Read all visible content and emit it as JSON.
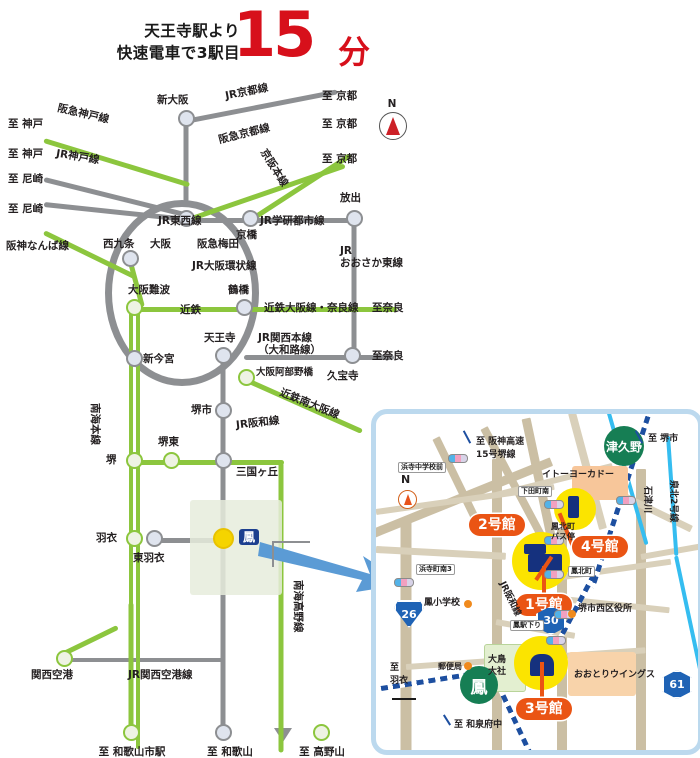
{
  "header": {
    "line1": "天王寺駅より",
    "line2": "快速電車で3駅目",
    "number": "15",
    "unit": "分"
  },
  "compass": {
    "label": "N",
    "icon": "compass-north-icon"
  },
  "main_map": {
    "name": "kansai-rail-network-map",
    "destinations": [
      {
        "id": "kyoto-1",
        "label": "至 京都"
      },
      {
        "id": "kyoto-2",
        "label": "至 京都"
      },
      {
        "id": "kyoto-3",
        "label": "至 京都"
      },
      {
        "id": "kobe-1",
        "label": "至 神戸"
      },
      {
        "id": "kobe-2",
        "label": "至 神戸"
      },
      {
        "id": "amagasaki-1",
        "label": "至 尼崎"
      },
      {
        "id": "amagasaki-2",
        "label": "至 尼崎"
      },
      {
        "id": "nara-1",
        "label": "至奈良"
      },
      {
        "id": "nara-2",
        "label": "至奈良"
      },
      {
        "id": "wakayamashi",
        "label": "至 和歌山市駅"
      },
      {
        "id": "wakayama",
        "label": "至 和歌山"
      },
      {
        "id": "koyasan",
        "label": "至 高野山"
      }
    ],
    "stations": [
      {
        "id": "shin-osaka",
        "label": "新大阪",
        "type": "gray"
      },
      {
        "id": "osaka",
        "label": "大阪",
        "type": "gray"
      },
      {
        "id": "hankyu-umeda",
        "label": "阪急梅田",
        "type": "none"
      },
      {
        "id": "kyobashi",
        "label": "京橋",
        "type": "gray"
      },
      {
        "id": "hanaten",
        "label": "放出",
        "type": "gray"
      },
      {
        "id": "nishikujo",
        "label": "西九条",
        "type": "gray"
      },
      {
        "id": "osaka-namba",
        "label": "大阪難波",
        "type": "green"
      },
      {
        "id": "tsuruhashi",
        "label": "鶴橋",
        "type": "gray"
      },
      {
        "id": "shin-imamiya",
        "label": "新今宮",
        "type": "gray"
      },
      {
        "id": "tennoji",
        "label": "天王寺",
        "type": "gray"
      },
      {
        "id": "osaka-abenobashi",
        "label": "大阪阿部野橋",
        "type": "green"
      },
      {
        "id": "kyuhoji",
        "label": "久宝寺",
        "type": "gray"
      },
      {
        "id": "sakaishi",
        "label": "堺市",
        "type": "gray"
      },
      {
        "id": "sakaihigashi",
        "label": "堺東",
        "type": "green"
      },
      {
        "id": "sakai",
        "label": "堺",
        "type": "green"
      },
      {
        "id": "mikunigaoka",
        "label": "三国ヶ丘",
        "type": "gray"
      },
      {
        "id": "hagoromo",
        "label": "羽衣",
        "type": "green"
      },
      {
        "id": "higashi-hagoromo",
        "label": "東羽衣",
        "type": "gray"
      },
      {
        "id": "otori",
        "label": "鳳",
        "type": "yellow"
      },
      {
        "id": "kansai-airport",
        "label": "関西空港",
        "type": "green"
      }
    ],
    "lines": [
      {
        "id": "jr-kyoto",
        "label": "JR京都線"
      },
      {
        "id": "hankyu-kyoto",
        "label": "阪急京都線"
      },
      {
        "id": "hankyu-kobe",
        "label": "阪急神戸線"
      },
      {
        "id": "jr-kobe",
        "label": "JR神戸線"
      },
      {
        "id": "hanshin-namba",
        "label": "阪神なんば線"
      },
      {
        "id": "keihan-honsen",
        "label": "京阪本線"
      },
      {
        "id": "jr-tozai",
        "label": "JR東西線"
      },
      {
        "id": "jr-gakkentoshi",
        "label": "JR学研都市線"
      },
      {
        "id": "jr-osaka-higashi",
        "label": "JR\nおおさか東線"
      },
      {
        "id": "jr-osaka-loop",
        "label": "JR大阪環状線"
      },
      {
        "id": "kintetsu",
        "label": "近鉄"
      },
      {
        "id": "kintetsu-osaka-nara",
        "label": "近鉄大阪線・奈良線"
      },
      {
        "id": "jr-kansai-honsen",
        "label": "JR関西本線\n（大和路線）"
      },
      {
        "id": "kintetsu-minami-osaka",
        "label": "近鉄南大阪線"
      },
      {
        "id": "nankai-honsen",
        "label": "南海本線"
      },
      {
        "id": "jr-hanwa",
        "label": "JR阪和線"
      },
      {
        "id": "nankai-koya",
        "label": "南海高野線"
      },
      {
        "id": "jr-kansai-airport",
        "label": "JR関西空港線"
      }
    ]
  },
  "inset_map": {
    "name": "otori-area-detail-map",
    "compass_label": "N",
    "buildings": [
      {
        "id": "kan2",
        "label": "2号館"
      },
      {
        "id": "kan1",
        "label": "1号館"
      },
      {
        "id": "kan4",
        "label": "4号館"
      },
      {
        "id": "kan3",
        "label": "3号館"
      }
    ],
    "stations": [
      {
        "id": "tsukuno",
        "label": "津久野"
      },
      {
        "id": "otori",
        "label": "鳳"
      }
    ],
    "places": [
      {
        "id": "ito-yokado",
        "label": "イトーヨーカドー"
      },
      {
        "id": "otori-taisha",
        "label": "大鳥\n大社"
      },
      {
        "id": "post-office",
        "label": "郵便局"
      },
      {
        "id": "otori-elementary",
        "label": "鳳小学校"
      },
      {
        "id": "sakai-nishi-ward",
        "label": "堺市西区役所"
      },
      {
        "id": "otori-wings",
        "label": "おおとりウイングス"
      }
    ],
    "signals": [
      {
        "id": "hamadera-chugakko-mae",
        "label": "浜寺中学校前"
      },
      {
        "id": "shimodacho-minami",
        "label": "下田町南"
      },
      {
        "id": "hamaderacho-minami-3",
        "label": "浜寺町南3"
      },
      {
        "id": "otorikita-machi",
        "label": "鳳北町"
      },
      {
        "id": "otori-eki-kudari",
        "label": "鳳駅下り"
      }
    ],
    "bus_stop": {
      "id": "otorikita-bus",
      "label": "鳳北町\nバス停"
    },
    "roads": [
      {
        "id": "hanshin-expressway",
        "label": "至 阪神高速\n15号堺線"
      },
      {
        "id": "senboku-2",
        "label": "泉北2号線"
      },
      {
        "id": "ishizugawa",
        "label": "石津川"
      }
    ],
    "shields": [
      {
        "id": "route-26",
        "label": "26",
        "shape": "triangle"
      },
      {
        "id": "route-30",
        "label": "30",
        "shape": "hexagon"
      },
      {
        "id": "route-61",
        "label": "61",
        "shape": "hexagon"
      }
    ],
    "directions": [
      {
        "id": "to-sakaishi",
        "label": "至 堺市"
      },
      {
        "id": "to-hagoromo",
        "label": "至\n羽衣"
      },
      {
        "id": "to-izumifuchu",
        "label": "至 和泉府中"
      }
    ],
    "rail_label": "JR阪和線"
  },
  "colors": {
    "red": "#d7101b",
    "green_line": "#8cc63e",
    "gray_line": "#8d8f92",
    "yellow_station": "#f5d400",
    "badge_orange": "#ea5414",
    "station_green": "#167e54",
    "inset_border": "#bcd9ee",
    "arrow_blue": "#5b9bd5"
  }
}
